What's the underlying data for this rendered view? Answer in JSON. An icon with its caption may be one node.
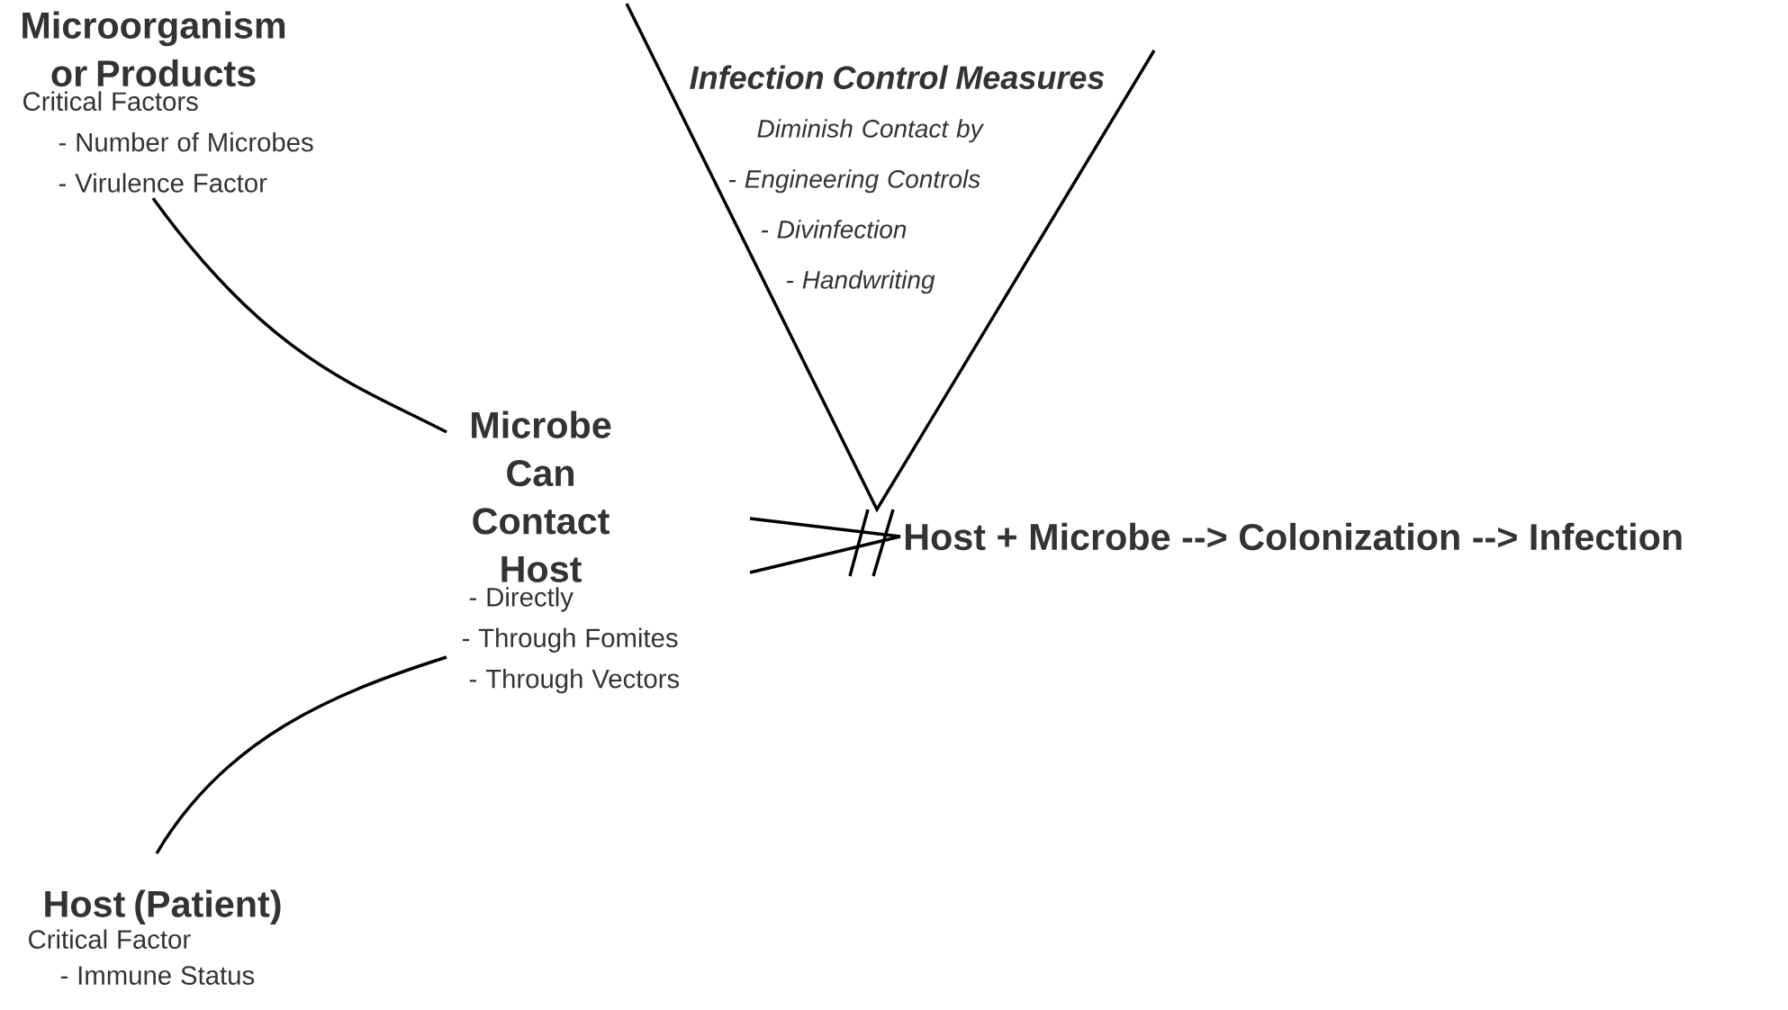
{
  "diagram": {
    "nodes": [
      {
        "text": [
          "Microorganism or Products",
          "Critical Factors",
          "- Number of Microbes",
          "- Virulence Factor"
        ]
      },
      {
        "text": [
          "Microbe Can Contact Host",
          "- Directly",
          "- Through Fomites",
          "- Through Vectors"
        ]
      },
      {
        "text": [
          "Host (Patient)",
          "Critical Factor",
          "- Immune Status"
        ]
      },
      {
        "text": [
          "Infection Control Measures",
          "Diminish Contact by",
          "- Engineering Controls",
          "- Divinfection",
          "- Handwriting"
        ]
      },
      {
        "text": [
          "Host + Microbe --> Colonization --> Infection"
        ]
      }
    ],
    "edges": [
      {
        "from": 0,
        "to": 1,
        "arrow": "none"
      },
      {
        "from": 2,
        "to": 1,
        "arrow": "none"
      },
      {
        "from": 1,
        "to": 4,
        "arrow": "none"
      },
      {
        "from": 1,
        "to": 4,
        "arrow": "none"
      }
    ]
  }
}
